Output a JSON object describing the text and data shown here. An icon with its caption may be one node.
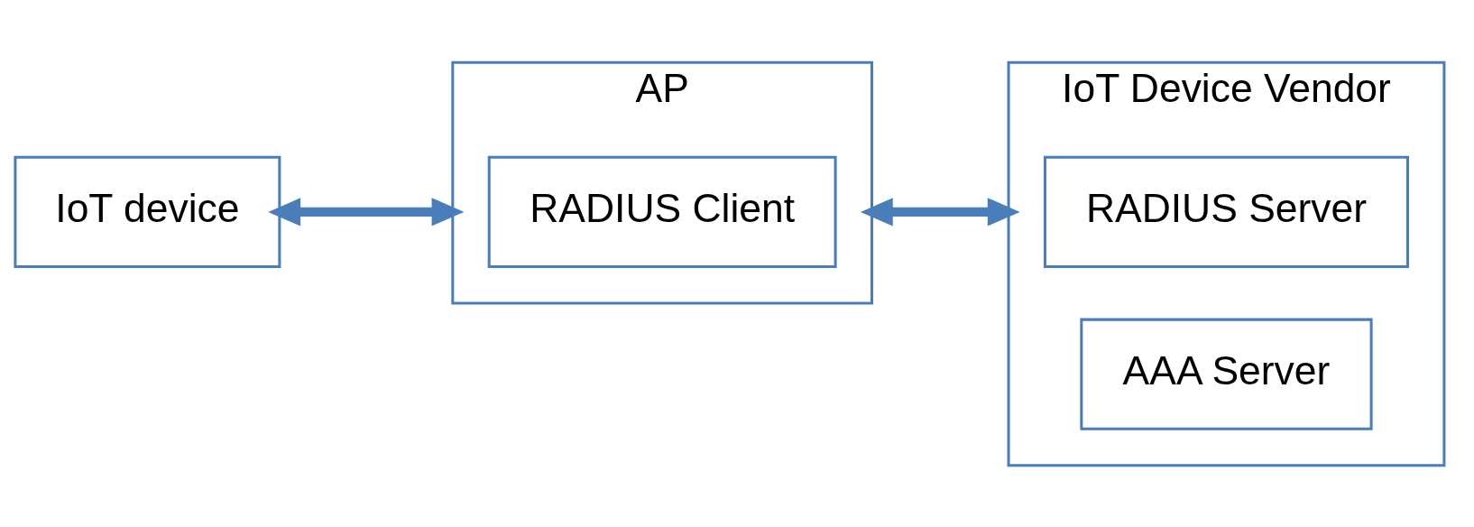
{
  "diagram": {
    "nodes": [
      {
        "text": [
          "IoT device"
        ]
      },
      {
        "text": [
          "AP"
        ]
      },
      {
        "text": [
          "RADIUS Client"
        ],
        "in": 1
      },
      {
        "text": [
          "IoT Device Vendor"
        ]
      },
      {
        "text": [
          "RADIUS Server"
        ],
        "in": 3
      },
      {
        "text": [
          "AAA Server"
        ],
        "in": 3
      }
    ],
    "edges": [
      {
        "from": 0,
        "to": 1,
        "arrow": "both"
      },
      {
        "from": 1,
        "to": 3,
        "arrow": "both"
      }
    ]
  }
}
